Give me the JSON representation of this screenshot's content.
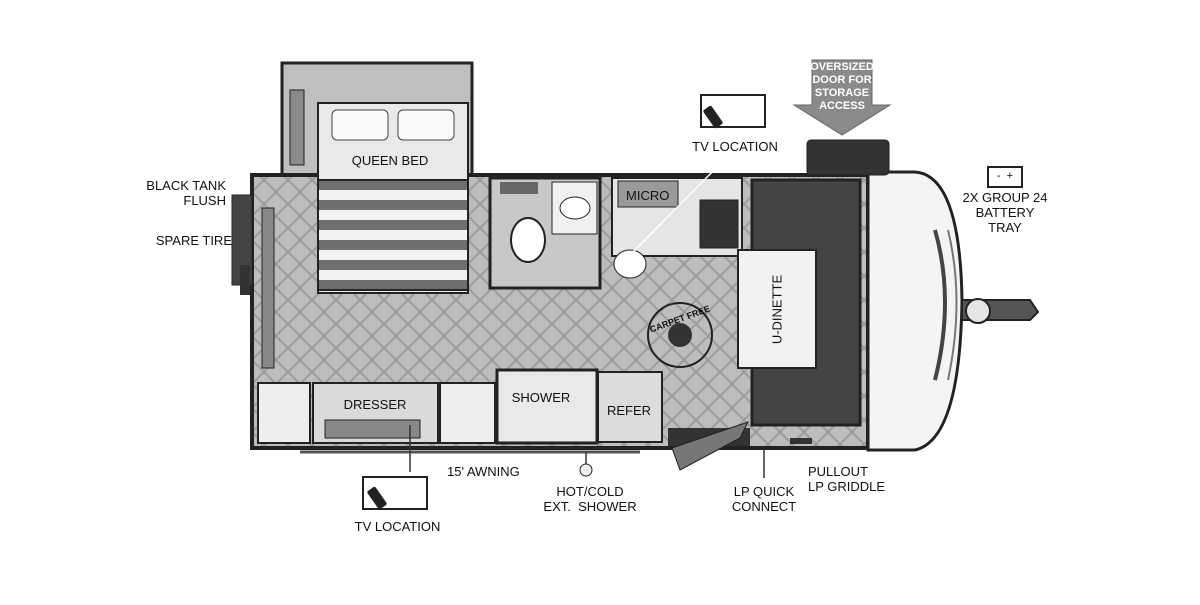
{
  "labels": {
    "queen_bed": "QUEEN BED",
    "black_tank_flush": [
      "BLACK TANK",
      "FLUSH"
    ],
    "spare_tire": "SPARE TIRE",
    "dresser": "DRESSER",
    "tv_location_top": "TV LOCATION",
    "tv_location_bottom": "TV LOCATION",
    "micro": "MICRO",
    "shower": "SHOWER",
    "refer": "REFER",
    "u_dinette": "U-DINETTE",
    "awning": "15' AWNING",
    "ext_shower": [
      "HOT/COLD",
      "EXT.  SHOWER"
    ],
    "lp_quick_connect": [
      "LP QUICK",
      "CONNECT"
    ],
    "lp_griddle": [
      "PULLOUT",
      "LP GRIDDLE"
    ],
    "battery_tray": [
      "2X GROUP 24",
      "BATTERY",
      "TRAY"
    ],
    "oversized_door": [
      "OVERSIZED",
      "DOOR FOR",
      "STORAGE",
      "ACCESS"
    ],
    "carpet_free_stamp": "CARPET FREE",
    "battery_symbols": "-  +"
  },
  "colors": {
    "outline": "#222222",
    "floor": "#b9b9b9",
    "cabinet": "#dadada",
    "dark_panel": "#4a4a4a",
    "arrow": "#8a8a8a"
  },
  "icons": [
    "tv-remote-icon",
    "battery-icon",
    "down-arrow-icon",
    "carpet-free-stamp"
  ]
}
